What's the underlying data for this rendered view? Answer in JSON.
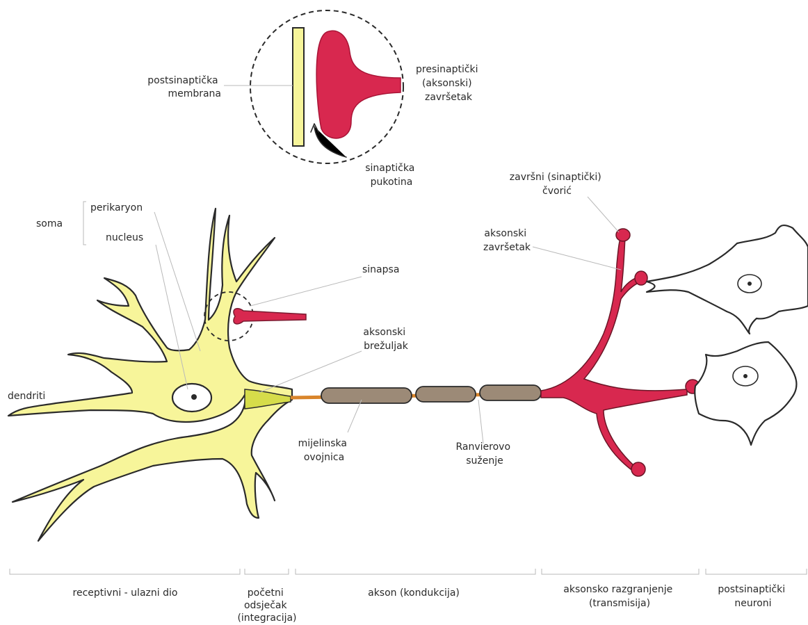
{
  "labels": {
    "postsynaptic_membrane": [
      "postsinaptička",
      "membrana"
    ],
    "presynaptic_terminal": [
      "presinaptički",
      "(aksonski)",
      "završetak"
    ],
    "synaptic_cleft": [
      "sinaptička",
      "pukotina"
    ],
    "terminal_bouton": [
      "završni (sinaptički)",
      "čvorić"
    ],
    "axon_terminal": [
      "aksonski",
      "završetak"
    ],
    "soma": "soma",
    "perikaryon": "perikaryon",
    "nucleus": "nucleus",
    "synapse": "sinapsa",
    "axon_hillock": [
      "aksonski",
      "brežuljak"
    ],
    "dendrites": "dendriti",
    "myelin_sheath": [
      "mijelinska",
      "ovojnica"
    ],
    "node_of_ranvier": [
      "Ranvierovo",
      "suženje"
    ]
  },
  "sections": [
    {
      "id": "receptive",
      "lines": [
        "receptivni - ulazni dio"
      ]
    },
    {
      "id": "initial",
      "lines": [
        "početni",
        "odsječak",
        "(integracija)"
      ]
    },
    {
      "id": "axon",
      "lines": [
        "akson (kondukcija)"
      ]
    },
    {
      "id": "branching",
      "lines": [
        "aksonsko razgranjenje",
        "(transmisija)"
      ]
    },
    {
      "id": "postsynaptic",
      "lines": [
        "postsinaptički",
        "neuroni"
      ]
    }
  ],
  "colors": {
    "neuron_fill": "#f7f59a",
    "hillock_fill": "#d6dc4a",
    "terminal_red": "#d8284f",
    "myelin": "#9c8a77",
    "axon_orange": "#d9852b",
    "outline": "#2a2a2a",
    "leader": "#b9b9b9"
  }
}
